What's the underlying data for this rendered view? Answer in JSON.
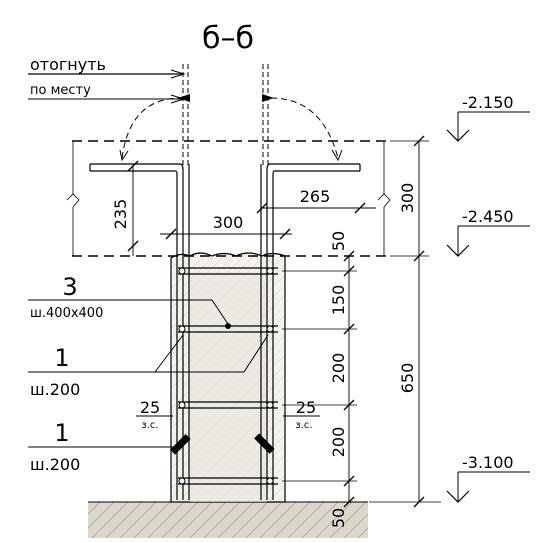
{
  "section_title": "б–б",
  "note": {
    "line1": "отогнуть",
    "line2": "по месту"
  },
  "levels": [
    "-2.150",
    "-2.450",
    "-3.100"
  ],
  "dims": {
    "d235": "235",
    "d265": "265",
    "d300_top": "300",
    "d300_right": "300",
    "d50_top": "50",
    "d150": "150",
    "d200_a": "200",
    "d200_b": "200",
    "d650": "650",
    "d50_bot": "50"
  },
  "cover": {
    "value": "25",
    "unit": "з.с."
  },
  "callouts": [
    {
      "mark": "3",
      "spec": "ш.400x400"
    },
    {
      "mark": "1",
      "spec": "ш.200"
    },
    {
      "mark": "1",
      "spec": "ш.200"
    }
  ]
}
